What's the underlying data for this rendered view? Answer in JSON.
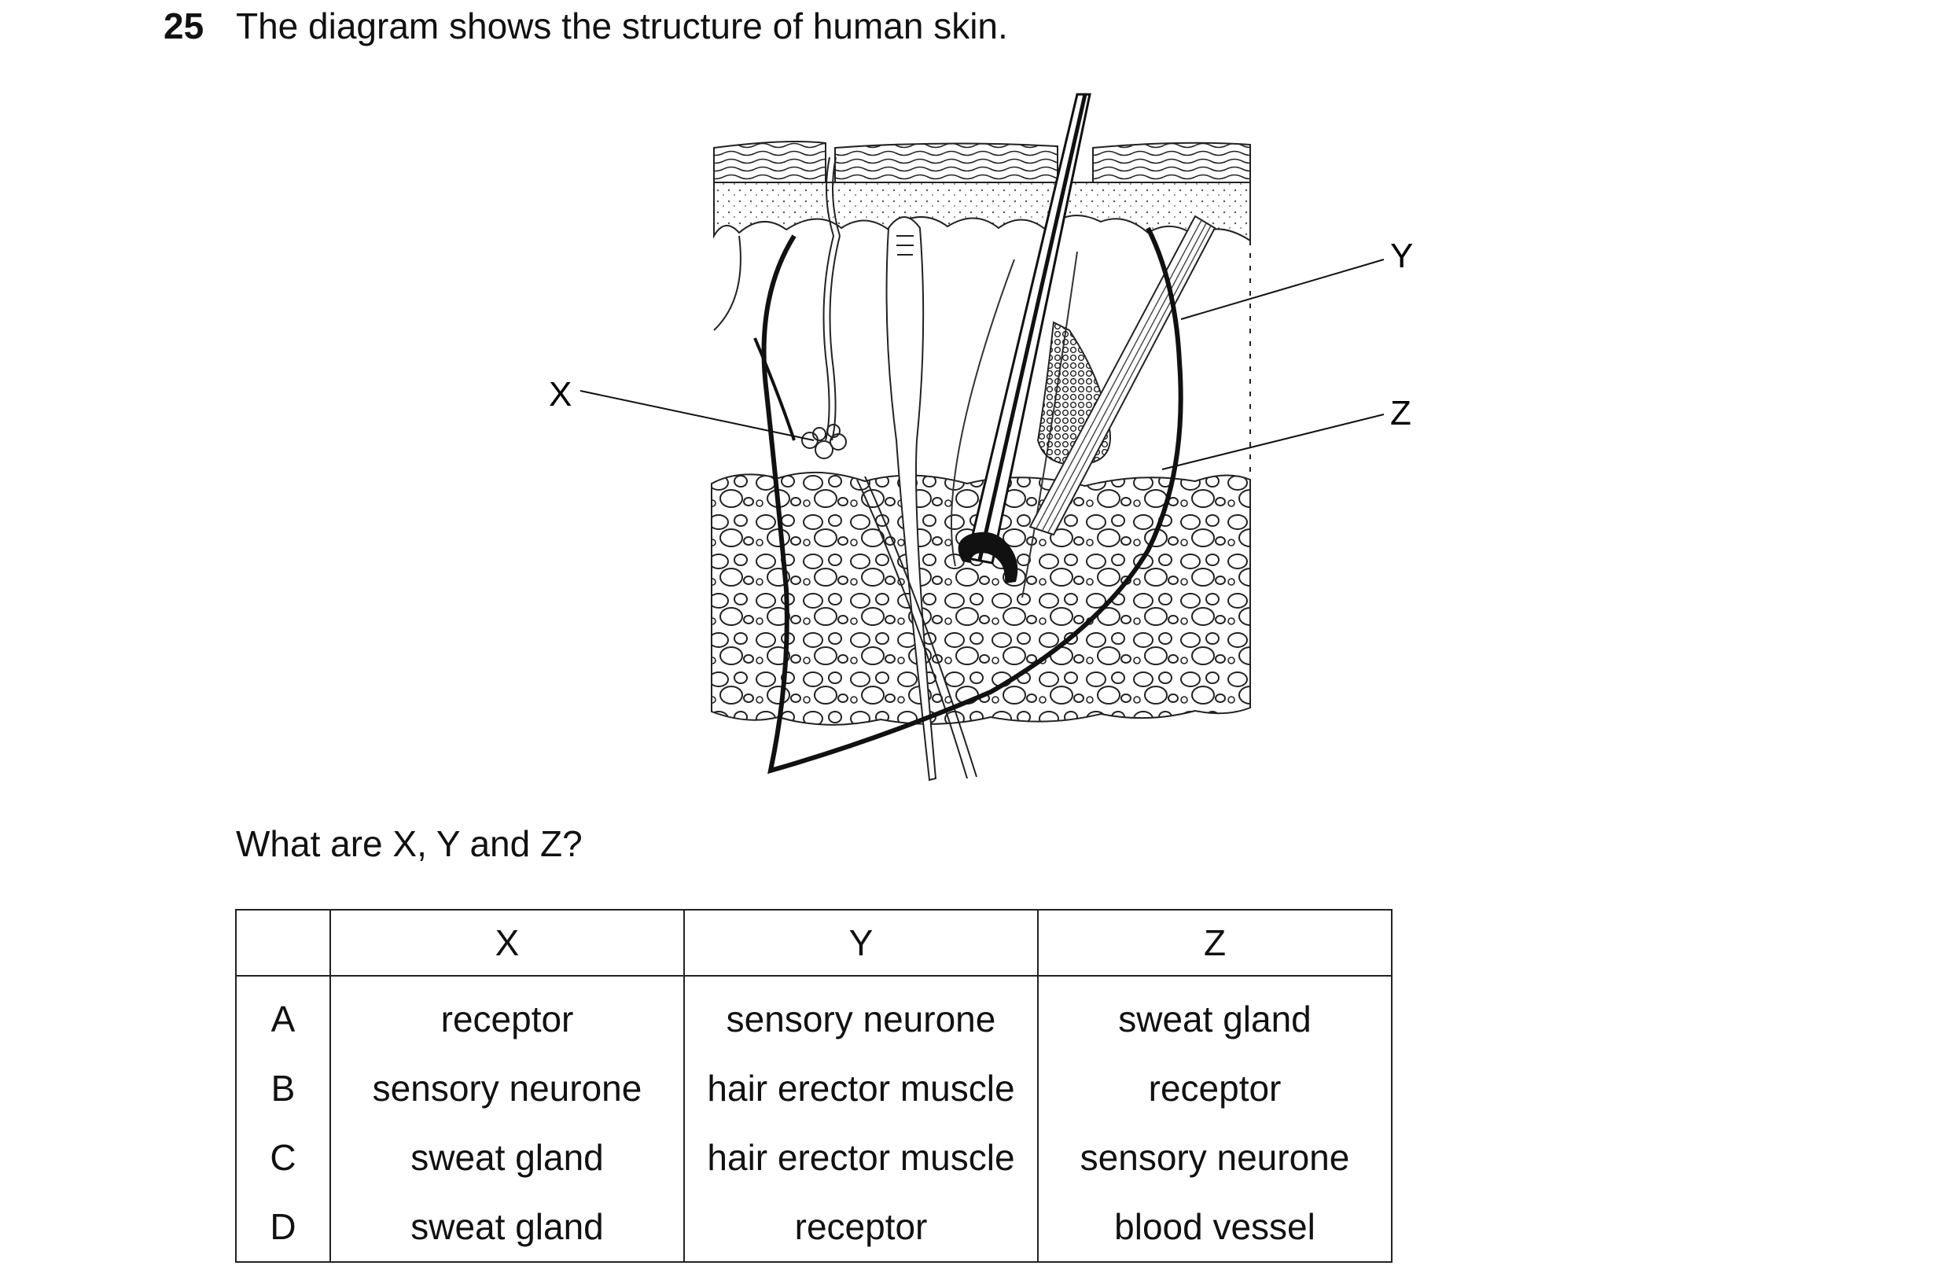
{
  "question": {
    "number": "25",
    "text": "The diagram shows the structure of human skin."
  },
  "diagram": {
    "labels": {
      "x": "X",
      "y": "Y",
      "z": "Z"
    }
  },
  "prompt": "What are X, Y and Z?",
  "table": {
    "headers": [
      "",
      "X",
      "Y",
      "Z"
    ],
    "rows": [
      {
        "option": "A",
        "x": "receptor",
        "y": "sensory neurone",
        "z": "sweat gland"
      },
      {
        "option": "B",
        "x": "sensory neurone",
        "y": "hair erector muscle",
        "z": "receptor"
      },
      {
        "option": "C",
        "x": "sweat gland",
        "y": "hair erector muscle",
        "z": "sensory neurone"
      },
      {
        "option": "D",
        "x": "sweat gland",
        "y": "receptor",
        "z": "blood vessel"
      }
    ]
  }
}
